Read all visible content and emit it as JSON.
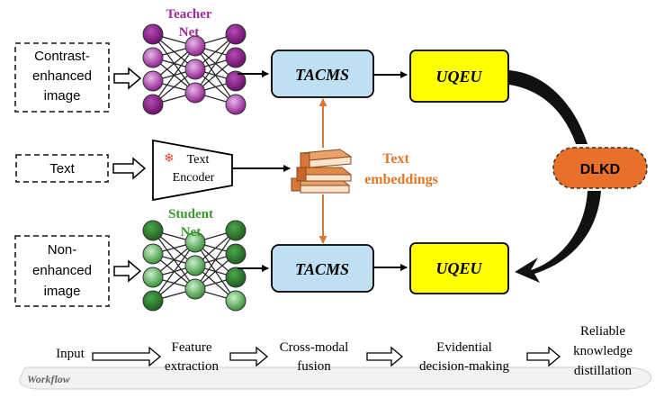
{
  "inputs": {
    "contrast_line1": "Contrast-",
    "contrast_line2": "enhanced",
    "contrast_line3": "image",
    "text": "Text",
    "non_line1": "Non-",
    "non_line2": "enhanced",
    "non_line3": "image"
  },
  "teacher_net": {
    "line1": "Teacher",
    "line2": "Net"
  },
  "student_net": {
    "line1": "Student",
    "line2": "Net"
  },
  "text_encoder": {
    "line1": "Text",
    "line2": "Encoder"
  },
  "text_embeddings": {
    "line1": "Text",
    "line2": "embeddings"
  },
  "tacms_top": "TACMS",
  "tacms_bottom": "TACMS",
  "uqeu_top": "UQEU",
  "uqeu_bottom": "UQEU",
  "dlkd": "DLKD",
  "workflow": {
    "label": "Workflow",
    "step1": "Input",
    "step2_line1": "Feature",
    "step2_line2": "extraction",
    "step3_line1": "Cross-modal",
    "step3_line2": "fusion",
    "step4_line1": "Evidential",
    "step4_line2": "decision-making",
    "step5_line1": "Reliable",
    "step5_line2": "knowledge",
    "step5_line3": "distillation"
  },
  "colors": {
    "teacher": "#8e1f8e",
    "teacher_light": "#d68fd6",
    "student": "#2f7d2f",
    "student_light": "#8fd68f",
    "tacms_fill": "#bfe0f2",
    "uqeu_fill": "#ffff00",
    "dlkd_fill": "#e8702a",
    "embeddings_text": "#e07828",
    "book": "#d9783a"
  }
}
